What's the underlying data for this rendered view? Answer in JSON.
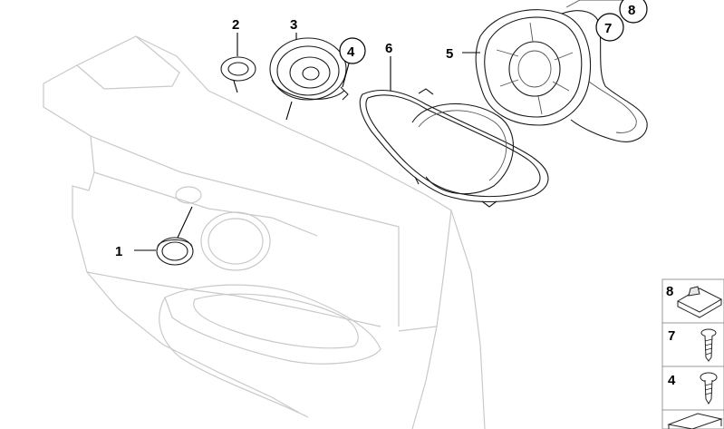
{
  "callouts": {
    "c1": "1",
    "c2": "2",
    "c3": "3",
    "c4": "4",
    "c5": "5",
    "c6": "6",
    "c7": "7",
    "c8": "8"
  },
  "legend": {
    "row8": "8",
    "row7": "7",
    "row4": "4"
  }
}
